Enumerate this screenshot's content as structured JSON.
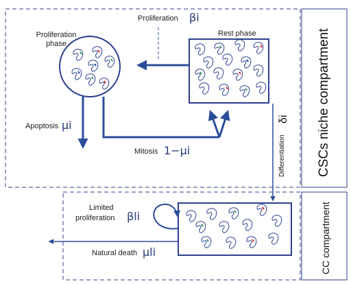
{
  "niche_compartment": {
    "title": "CSCs niche compartment",
    "proliferation_phase_label": "Proliferation phase",
    "rest_phase_label": "Rest phase",
    "proliferation_label": "Proliferation",
    "proliferation_symbol": "βi",
    "apoptosis_label": "Apoptosis",
    "apoptosis_symbol": "μi",
    "mitosis_label": "Mitosis",
    "mitosis_symbol": "1−μi",
    "differentiation_label": "Differentiation",
    "differentiation_symbol": "δi"
  },
  "cc_compartment": {
    "title": "CC compartment",
    "limited_proliferation_label_1": "Limited",
    "limited_proliferation_label_2": "proliferation",
    "limited_proliferation_symbol": "βli",
    "natural_death_label": "Natural death",
    "natural_death_symbol": "μli"
  },
  "colors": {
    "outline": "#2b3f8f",
    "dashed_border": "#2c3d8a",
    "arrow": "#2b4c9a",
    "cell_accent_green": "#2e8b57",
    "cell_accent_red": "#d42020",
    "cell_accent_blue": "#1f3f9a"
  }
}
